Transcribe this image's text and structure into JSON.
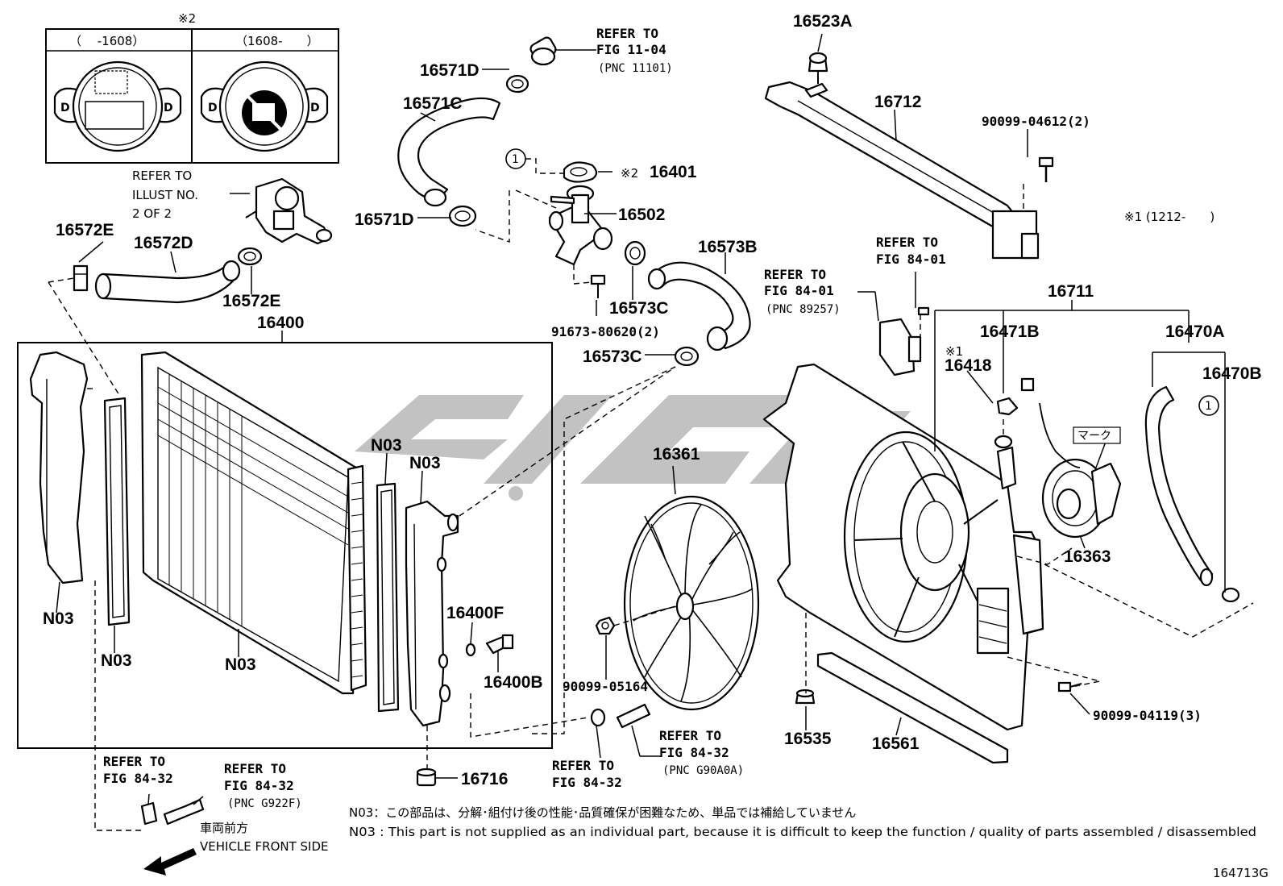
{
  "diagram_id": "164713G",
  "inset": {
    "marker": "※2",
    "columns": [
      "（　 -1608）",
      "（1608-　　）"
    ]
  },
  "callouts": {
    "c16523A": "16523A",
    "c16712": "16712",
    "c90099_04612": "90099-04612(2)",
    "c16571D_top": "16571D",
    "c16571C": "16571C",
    "c16571D_bot": "16571D",
    "c16401": "16401",
    "c16401_marker": "※2",
    "c16502": "16502",
    "c16572E_left": "16572E",
    "c16572D": "16572D",
    "c16572E_right": "16572E",
    "c16573B": "16573B",
    "c16573C_right": "16573C",
    "c16573C_left": "16573C",
    "c91673": "91673-80620(2)",
    "c16400": "16400",
    "c16711": "16711",
    "c16471B": "16471B",
    "c16470A": "16470A",
    "c16470B": "16470B",
    "c16418": "16418",
    "c16418_marker": "※1",
    "c16361": "16361",
    "c16363": "16363",
    "cN03_1": "N03",
    "cN03_2": "N03",
    "cN03_3": "N03",
    "cN03_4": "N03",
    "cN03_5": "N03",
    "c16400F": "16400F",
    "c16400B": "16400B",
    "c90099_05164": "90099-05164",
    "c16716": "16716",
    "c16535": "16535",
    "c16561": "16561",
    "c90099_04119": "90099-04119(3)",
    "mark_label": "マーク",
    "circle_1a": "1",
    "circle_1b": "1"
  },
  "references": {
    "fig11_04": [
      "REFER TO",
      "FIG 11-04",
      "(PNC 11101)"
    ],
    "illust": [
      "REFER TO",
      "ILLUST NO.",
      "2 OF 2"
    ],
    "fig84_01a": [
      "REFER TO",
      "FIG 84-01",
      "(PNC 89257)"
    ],
    "fig84_01b": [
      "REFER TO",
      "FIG 84-01"
    ],
    "fig84_32a": [
      "REFER TO",
      "FIG 84-32"
    ],
    "fig84_32b": [
      "REFER TO",
      "FIG 84-32",
      "(PNC G922F)"
    ],
    "fig84_32c": [
      "REFER TO",
      "FIG 84-32"
    ],
    "fig84_32d": [
      "REFER TO",
      "FIG 84-32",
      "(PNC G90A0A)"
    ]
  },
  "serial_note": "※1 (1212-　　)",
  "notes": {
    "jp": "N03：この部品は、分解･組付け後の性能･品質確保が困難なため、単品では補給していません",
    "en": "N03 : This part is not supplied as an individual part, because it is difficult to keep the function / quality of parts assembled / disassembled"
  },
  "direction": {
    "jp": "車両前方",
    "en": "VEHICLE FRONT SIDE"
  }
}
